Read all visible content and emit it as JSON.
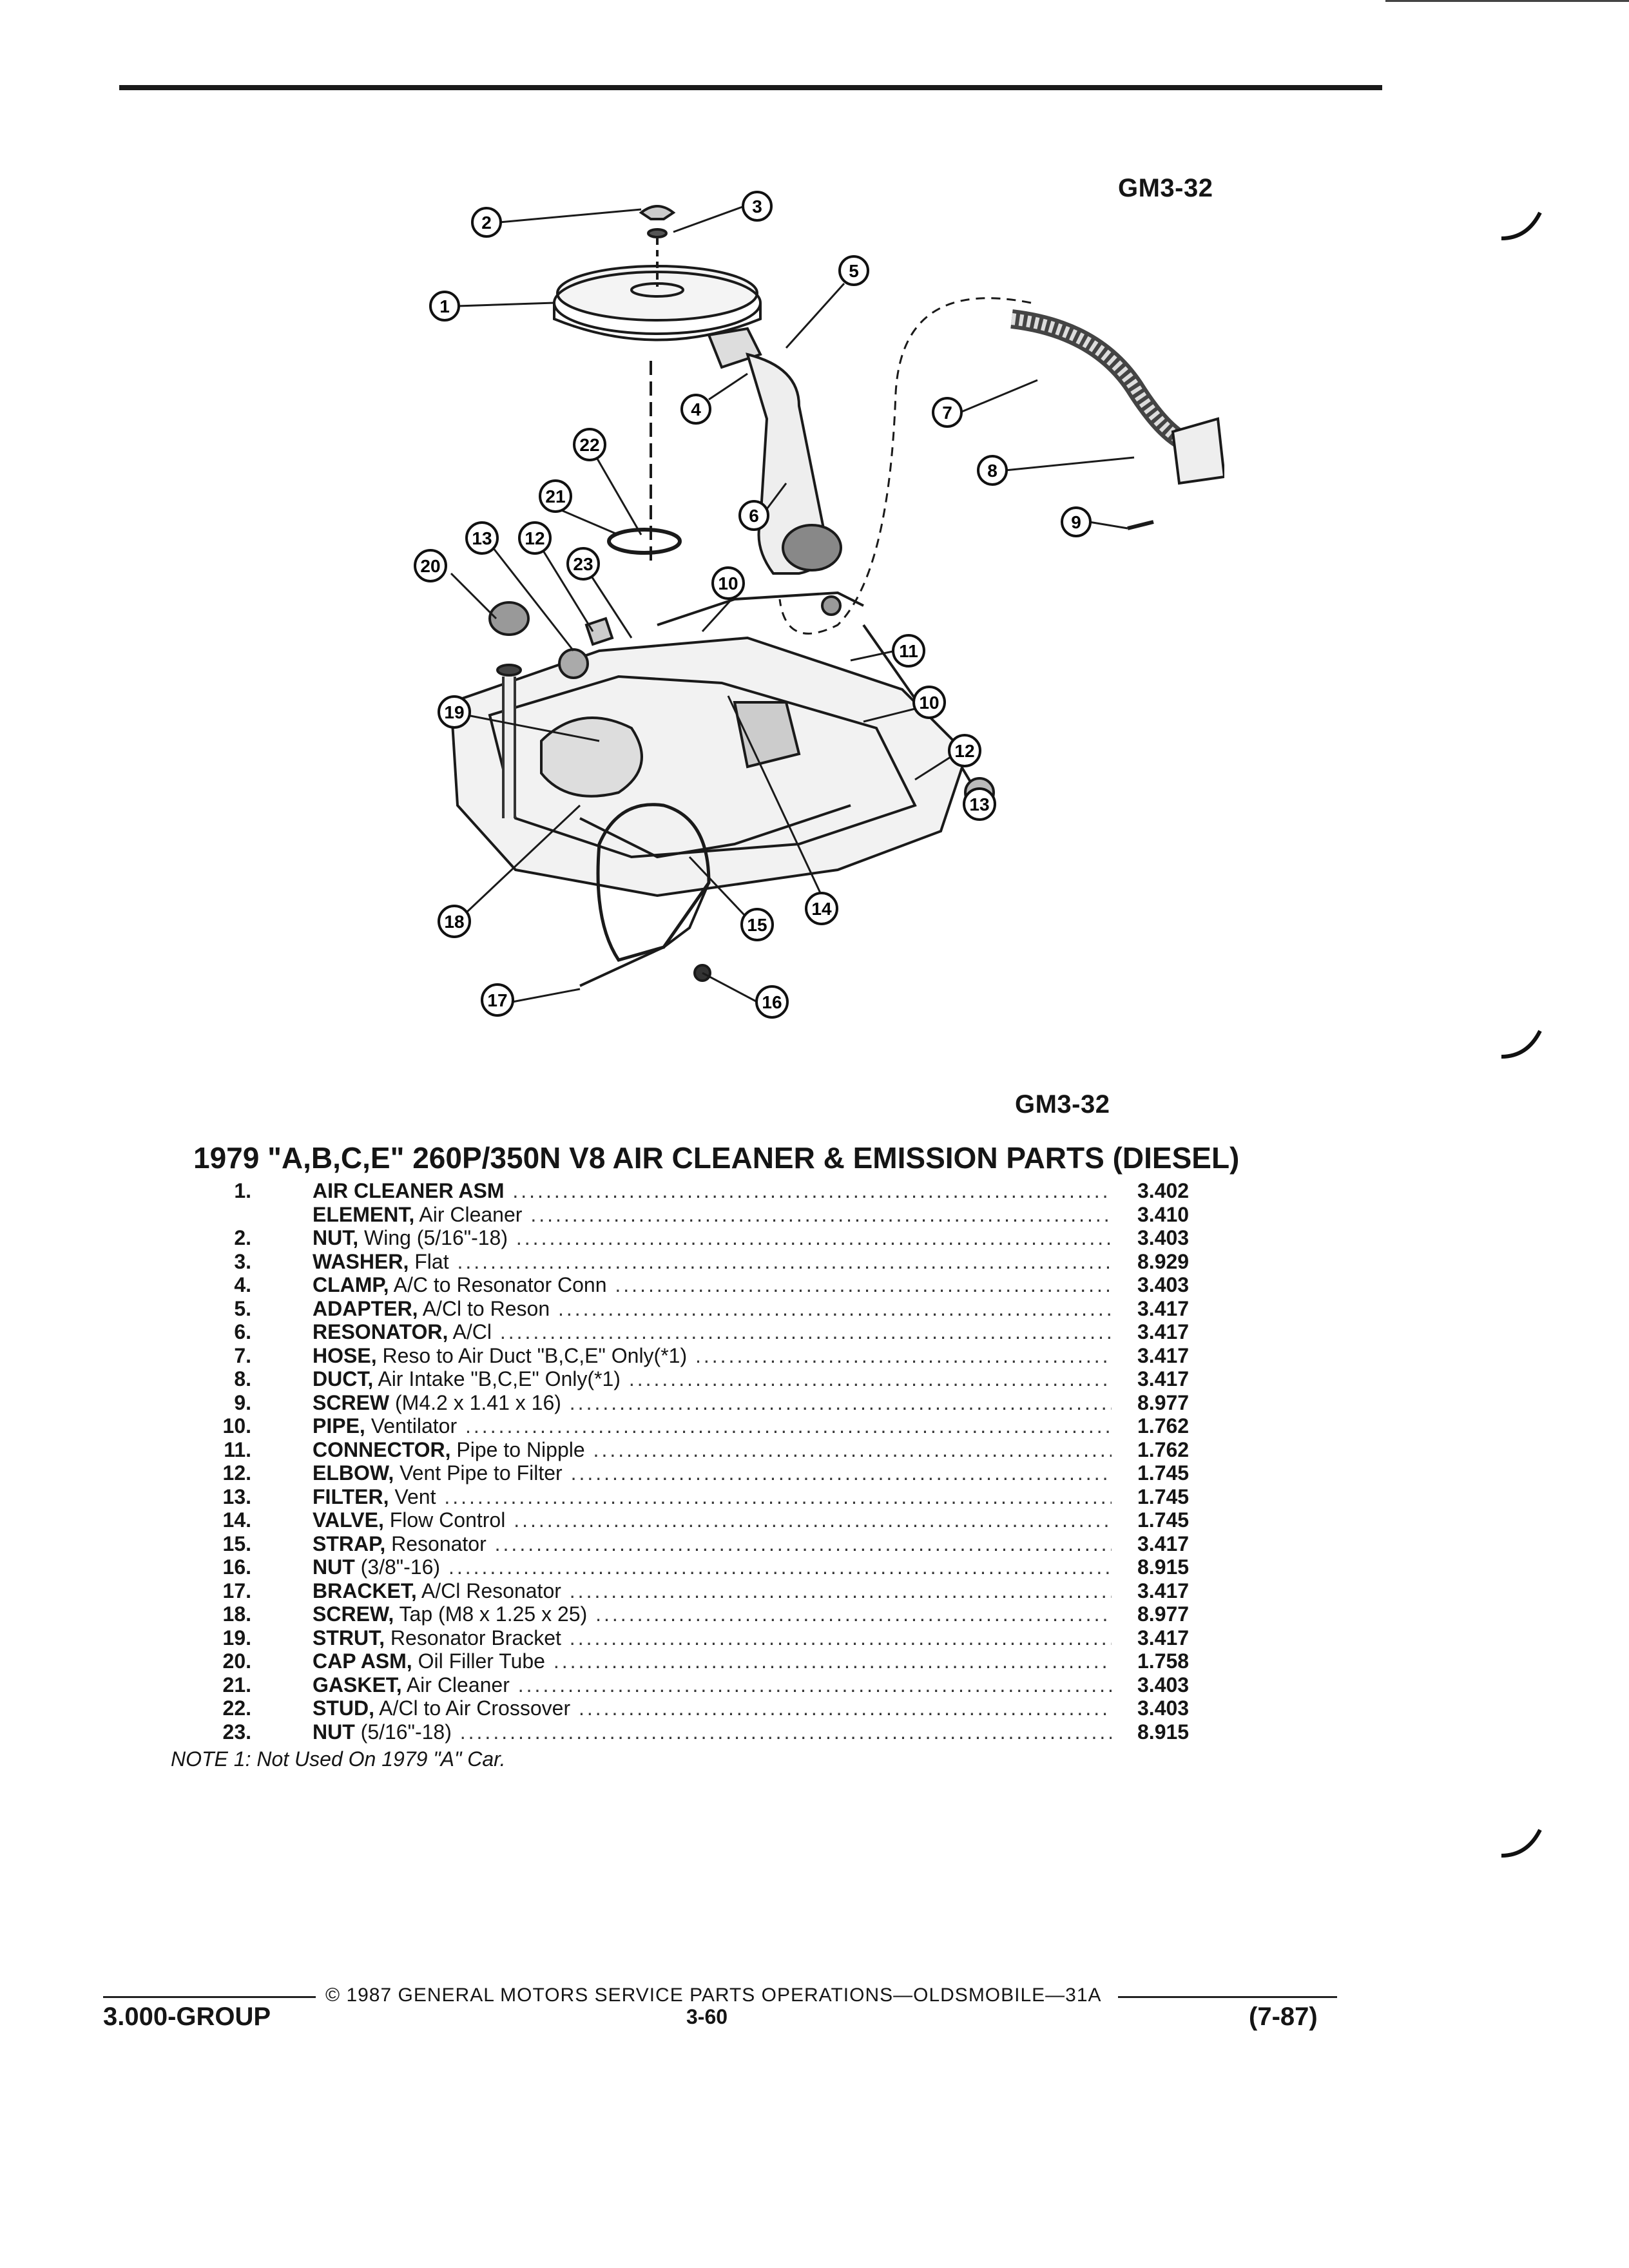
{
  "figure": {
    "code_top": "GM3-32",
    "code_bottom": "GM3-32",
    "callouts": [
      "1",
      "2",
      "3",
      "4",
      "5",
      "6",
      "7",
      "8",
      "9",
      "10",
      "11",
      "10",
      "12",
      "13",
      "14",
      "15",
      "16",
      "17",
      "18",
      "19",
      "20",
      "13",
      "12",
      "23",
      "21",
      "22"
    ]
  },
  "section_title": "1979 \"A,B,C,E\" 260P/350N V8 AIR CLEANER & EMISSION PARTS (DIESEL)",
  "parts": [
    {
      "num": "1.",
      "name": "AIR CLEANER ASM",
      "detail": "",
      "group": "3.402"
    },
    {
      "num": "",
      "name": "ELEMENT,",
      "detail": " Air Cleaner",
      "group": "3.410"
    },
    {
      "num": "2.",
      "name": "NUT,",
      "detail": " Wing (5/16\"-18)",
      "group": "3.403"
    },
    {
      "num": "3.",
      "name": "WASHER,",
      "detail": " Flat",
      "group": "8.929"
    },
    {
      "num": "4.",
      "name": "CLAMP,",
      "detail": " A/C to Resonator Conn",
      "group": "3.403"
    },
    {
      "num": "5.",
      "name": "ADAPTER,",
      "detail": " A/Cl to Reson",
      "group": "3.417"
    },
    {
      "num": "6.",
      "name": "RESONATOR,",
      "detail": " A/Cl",
      "group": "3.417"
    },
    {
      "num": "7.",
      "name": "HOSE,",
      "detail": " Reso to Air Duct \"B,C,E\" Only(*1)",
      "group": "3.417"
    },
    {
      "num": "8.",
      "name": "DUCT,",
      "detail": " Air Intake \"B,C,E\" Only(*1)",
      "group": "3.417"
    },
    {
      "num": "9.",
      "name": "SCREW",
      "detail": " (M4.2 x 1.41 x 16)",
      "group": "8.977"
    },
    {
      "num": "10.",
      "name": "PIPE,",
      "detail": " Ventilator",
      "group": "1.762"
    },
    {
      "num": "11.",
      "name": "CONNECTOR,",
      "detail": " Pipe to Nipple",
      "group": "1.762"
    },
    {
      "num": "12.",
      "name": "ELBOW,",
      "detail": " Vent Pipe to Filter",
      "group": "1.745"
    },
    {
      "num": "13.",
      "name": "FILTER,",
      "detail": " Vent",
      "group": "1.745"
    },
    {
      "num": "14.",
      "name": "VALVE,",
      "detail": " Flow Control",
      "group": "1.745"
    },
    {
      "num": "15.",
      "name": "STRAP,",
      "detail": " Resonator",
      "group": "3.417"
    },
    {
      "num": "16.",
      "name": "NUT",
      "detail": " (3/8\"-16)",
      "group": "8.915"
    },
    {
      "num": "17.",
      "name": "BRACKET,",
      "detail": " A/Cl Resonator",
      "group": "3.417"
    },
    {
      "num": "18.",
      "name": "SCREW,",
      "detail": " Tap (M8 x 1.25 x 25)",
      "group": "8.977"
    },
    {
      "num": "19.",
      "name": "STRUT,",
      "detail": " Resonator Bracket",
      "group": "3.417"
    },
    {
      "num": "20.",
      "name": "CAP ASM,",
      "detail": " Oil Filler Tube",
      "group": "1.758"
    },
    {
      "num": "21.",
      "name": "GASKET,",
      "detail": " Air Cleaner",
      "group": "3.403"
    },
    {
      "num": "22.",
      "name": "STUD,",
      "detail": " A/Cl to Air Crossover",
      "group": "3.403"
    },
    {
      "num": "23.",
      "name": "NUT",
      "detail": " (5/16\"-18)",
      "group": "8.915"
    }
  ],
  "note": "NOTE 1: Not Used On 1979 \"A\" Car.",
  "footer": {
    "copyright": "© 1987 GENERAL MOTORS SERVICE PARTS OPERATIONS—OLDSMOBILE—31A",
    "group_label": "3.000-GROUP",
    "page_number": "3-60",
    "date_code": "(7-87)"
  }
}
